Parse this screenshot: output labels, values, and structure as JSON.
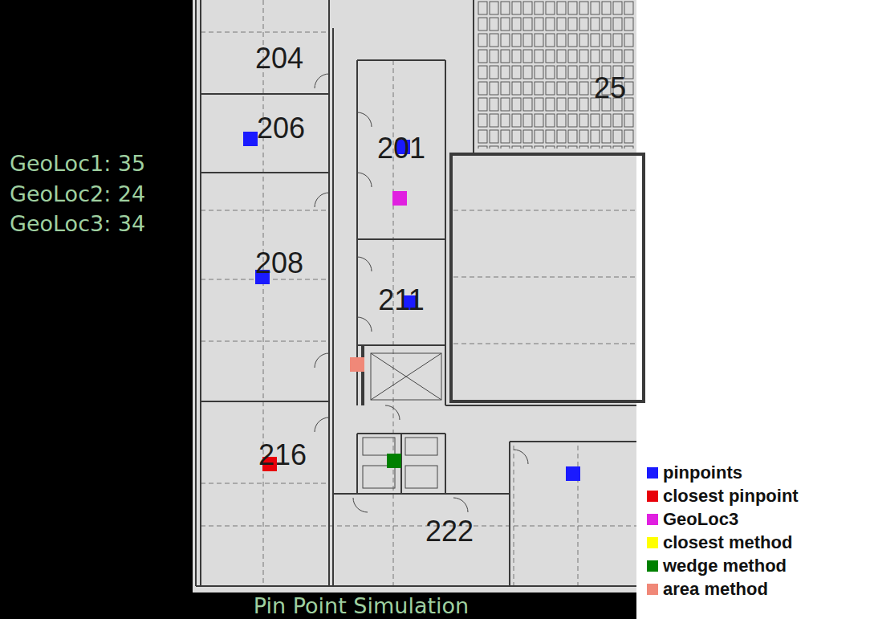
{
  "diagram": {
    "caption": "Pin Point Simulation",
    "labels": [
      "GeoLoc1: 35",
      "GeoLoc2: 24",
      "GeoLoc3: 34",
      "204",
      "206",
      "201",
      "208",
      "211",
      "216",
      "222",
      "25"
    ],
    "legend": [
      {
        "text": "pinpoints",
        "color": "#1a1aff"
      },
      {
        "text": "closest pinpoint",
        "color": "#e8000a"
      },
      {
        "text": "GeoLoc3",
        "color": "#e020e0"
      },
      {
        "text": "closest method",
        "color": "#ffff00"
      },
      {
        "text": "wedge method",
        "color": "#008000"
      },
      {
        "text": "area method",
        "color": "#f08878"
      }
    ]
  }
}
